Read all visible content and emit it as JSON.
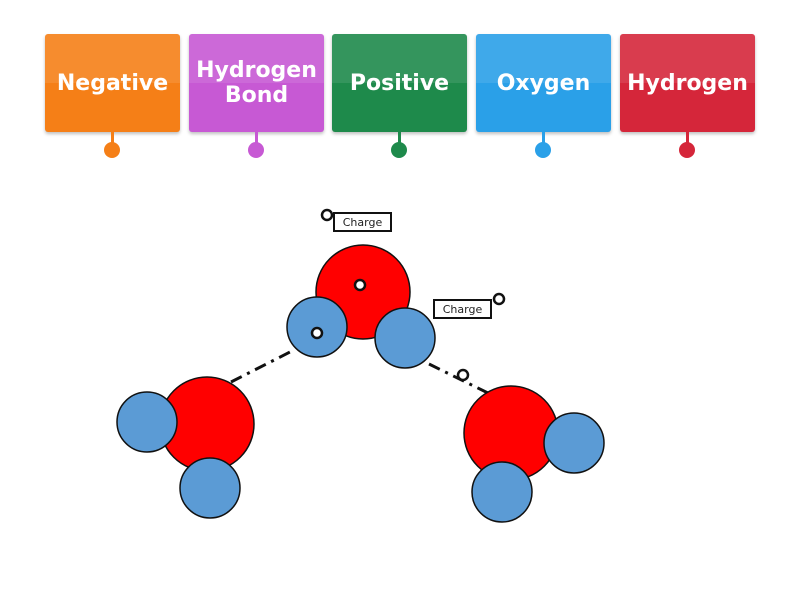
{
  "tiles": [
    {
      "label": "Negative",
      "color": "#f57f17"
    },
    {
      "label": "Hydrogen Bond",
      "color": "#c759d4"
    },
    {
      "label": "Positive",
      "color": "#1e8a4b"
    },
    {
      "label": "Oxygen",
      "color": "#2aa0e8"
    },
    {
      "label": "Hydrogen",
      "color": "#d5263a"
    }
  ],
  "drop_labels": [
    {
      "text": "Charge"
    },
    {
      "text": "Charge"
    }
  ],
  "diagram": {
    "oxygen_color": "#ff0000",
    "hydrogen_color": "#5b9bd5",
    "outline_color": "#111111"
  }
}
